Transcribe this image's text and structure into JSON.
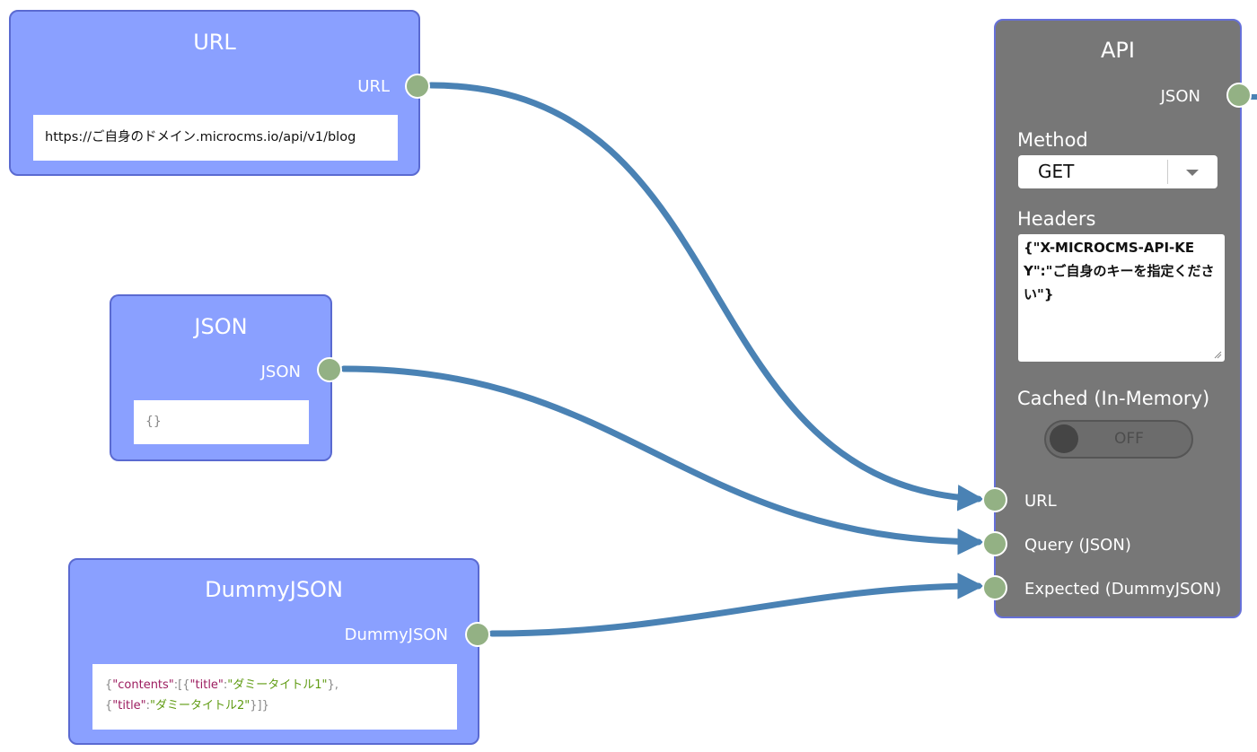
{
  "nodes": {
    "url": {
      "title": "URL",
      "output_label": "URL",
      "value": "https://ご自身のドメイン.microcms.io/api/v1/blog"
    },
    "json": {
      "title": "JSON",
      "output_label": "JSON",
      "value": "{}"
    },
    "dummy": {
      "title": "DummyJSON",
      "output_label": "DummyJSON",
      "value_tokens": {
        "brace_open": "{",
        "key_contents": "\"contents\"",
        "colon_bracket": ":[{",
        "key_title1": "\"title\"",
        "colon1": ":",
        "val_title1": "\"ダミータイトル1\"",
        "close_comma": "},",
        "brace_open2": "{",
        "key_title2": "\"title\"",
        "colon2": ":",
        "val_title2": "\"ダミータイトル2\"",
        "close_all": "}]}"
      }
    },
    "api": {
      "title": "API",
      "output_label": "JSON",
      "method_label": "Method",
      "method_value": "GET",
      "headers_label": "Headers",
      "headers_value": "{\"X-MICROCMS-API-KEY\":\"ご自身のキーを指定ください\"}",
      "cached_label": "Cached (In-Memory)",
      "cached_state": "OFF",
      "inputs": [
        "URL",
        "Query (JSON)",
        "Expected (DummyJSON)"
      ]
    }
  },
  "colors": {
    "node_fill": "#8aa0ff",
    "node_border": "#5a6ad1",
    "api_fill": "#777777",
    "port": "#93b184",
    "wire": "#4a82b4"
  },
  "icons": {
    "select_arrow": "caret-down-icon",
    "wire_arrow": "arrowhead-icon"
  }
}
